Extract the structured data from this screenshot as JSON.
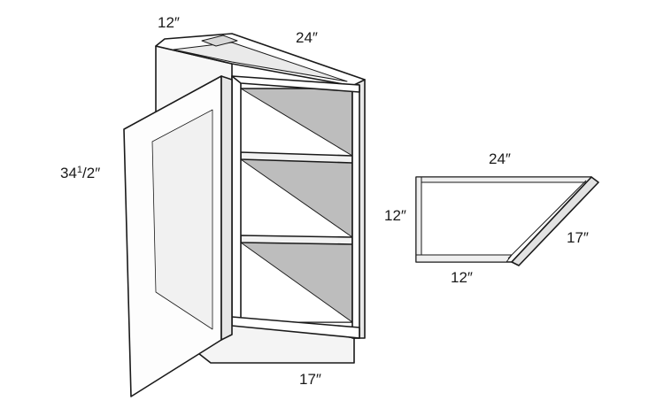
{
  "cabinet_view": {
    "depth_label": "12″",
    "width_label": "24″",
    "height_whole": "34",
    "height_num": "1",
    "height_den": "/2″",
    "toe_label": "17″"
  },
  "plan_view": {
    "top_label": "24″",
    "left_label": "12″",
    "bottom_label": "12″",
    "diagonal_label": "17″"
  }
}
